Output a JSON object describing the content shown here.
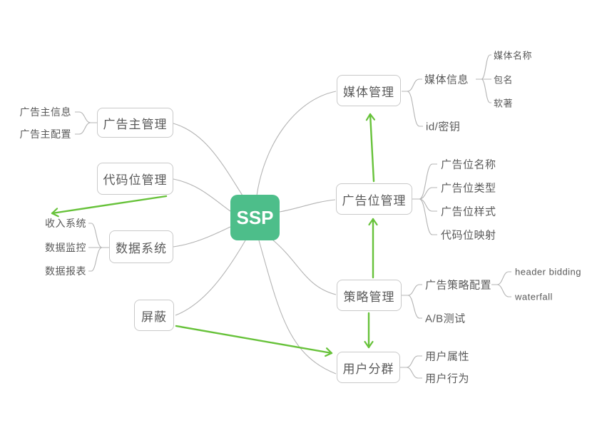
{
  "title": "SSP mind map",
  "palette": {
    "center_bg": "#4dbe8a",
    "center_text": "#ffffff",
    "box_border": "#c9c9c9",
    "text": "#595959",
    "line": "#b4b4b4",
    "arrow": "#67c23a"
  },
  "center": {
    "label": "SSP"
  },
  "nodes": {
    "media": {
      "label": "媒体管理"
    },
    "media_info": {
      "label": "媒体信息"
    },
    "media_name": {
      "label": "媒体名称"
    },
    "package_name": {
      "label": "包名"
    },
    "software_copyright": {
      "label": "软著"
    },
    "id_secret": {
      "label": "id/密钥"
    },
    "adslot": {
      "label": "广告位管理"
    },
    "adslot_name": {
      "label": "广告位名称"
    },
    "adslot_type": {
      "label": "广告位类型"
    },
    "adslot_style": {
      "label": "广告位样式"
    },
    "code_slot_mapping": {
      "label": "代码位映射"
    },
    "strategy": {
      "label": "策略管理"
    },
    "ad_strategy_config": {
      "label": "广告策略配置"
    },
    "header_bidding": {
      "label": "header bidding"
    },
    "waterfall": {
      "label": "waterfall"
    },
    "ab_test": {
      "label": "A/B测试"
    },
    "user_segment": {
      "label": "用户分群"
    },
    "user_attribute": {
      "label": "用户属性"
    },
    "user_behavior": {
      "label": "用户行为"
    },
    "advertiser": {
      "label": "广告主管理"
    },
    "advertiser_info": {
      "label": "广告主信息"
    },
    "advertiser_config": {
      "label": "广告主配置"
    },
    "code_slot": {
      "label": "代码位管理"
    },
    "data_system": {
      "label": "数据系统"
    },
    "revenue_system": {
      "label": "收入系统"
    },
    "data_monitor": {
      "label": "数据监控"
    },
    "data_report": {
      "label": "数据报表"
    },
    "block": {
      "label": "屏蔽"
    }
  }
}
